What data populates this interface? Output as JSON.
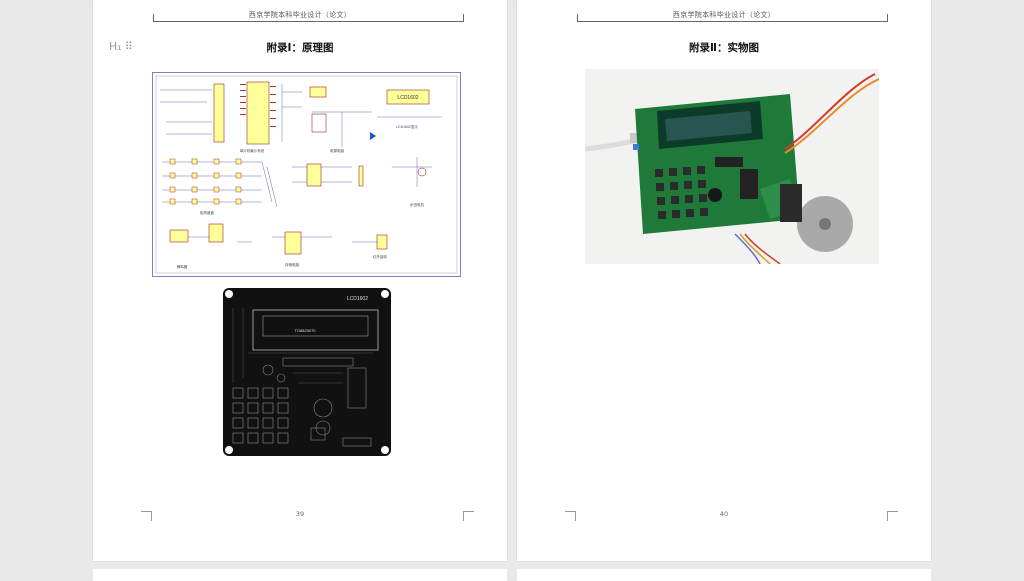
{
  "header_text": "西京学院本科毕业设计（论文）",
  "left_page": {
    "title": "附录Ⅰ：原理图",
    "page_number": "39",
    "tool_icon": "heading-handle-icon",
    "schematic_labels": [
      "LCD1602",
      "单片机最小系统",
      "LCD1602显示",
      "电源电路",
      "矩阵键盘",
      "步进电机",
      "蜂鸣器",
      "存储电路",
      "红外接收"
    ],
    "pcb_labels": [
      "LCD1602",
      "TO8825070"
    ]
  },
  "right_page": {
    "title": "附录Ⅱ：实物图",
    "page_number": "40"
  },
  "colors": {
    "page_bg": "#ffffff",
    "viewer_bg": "#e9e9e9",
    "pcb_board": "#111111",
    "photo_board": "#1e7a3a"
  }
}
